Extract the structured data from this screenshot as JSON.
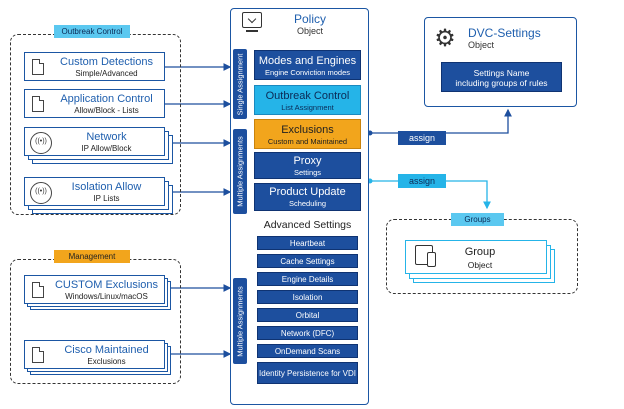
{
  "outbreak_group": {
    "tag": "Outbreak Control",
    "cards": [
      {
        "title": "Custom Detections",
        "sub": "Simple/Advanced"
      },
      {
        "title": "Application Control",
        "sub": "Allow/Block - Lists"
      },
      {
        "title": "Network",
        "sub": "IP Allow/Block"
      },
      {
        "title": "Isolation Allow",
        "sub": "IP Lists"
      }
    ]
  },
  "management_group": {
    "tag": "Management",
    "cards": [
      {
        "title": "CUSTOM Exclusions",
        "sub": "Windows/Linux/macOS"
      },
      {
        "title": "Cisco Maintained",
        "sub": "Exclusions"
      }
    ]
  },
  "policy": {
    "title": "Policy",
    "sub": "Object",
    "single_label": "Single Assignment",
    "multiple_label": "Multiple Assignments",
    "multiple_label_2": "Multiple Assignments",
    "modules": [
      {
        "title": "Modes and Engines",
        "sub": "Engine Conviction modes"
      },
      {
        "title": "Outbreak Control",
        "sub": "List Assignment"
      },
      {
        "title": "Exclusions",
        "sub": "Custom and Maintained"
      },
      {
        "title": "Proxy",
        "sub": "Settings"
      },
      {
        "title": "Product Update",
        "sub": "Scheduling"
      }
    ],
    "advanced_title": "Advanced Settings",
    "advanced": [
      "Heartbeat",
      "Cache Settings",
      "Engine Details",
      "Isolation",
      "Orbital",
      "Network (DFC)",
      "OnDemand Scans",
      "Identity Persistence for VDI"
    ]
  },
  "dvc": {
    "title": "DVC-Settings",
    "sub": "Object",
    "box_line1": "Settings Name",
    "box_line2": "including groups of rules"
  },
  "assign_labels": {
    "top": "assign",
    "bottom": "assign"
  },
  "groups": {
    "tag": "Groups",
    "card_title": "Group",
    "card_sub": "Object"
  },
  "colors": {
    "dark_blue": "#1d4f9e",
    "cyan": "#25b4e8",
    "orange": "#f2a51c"
  }
}
